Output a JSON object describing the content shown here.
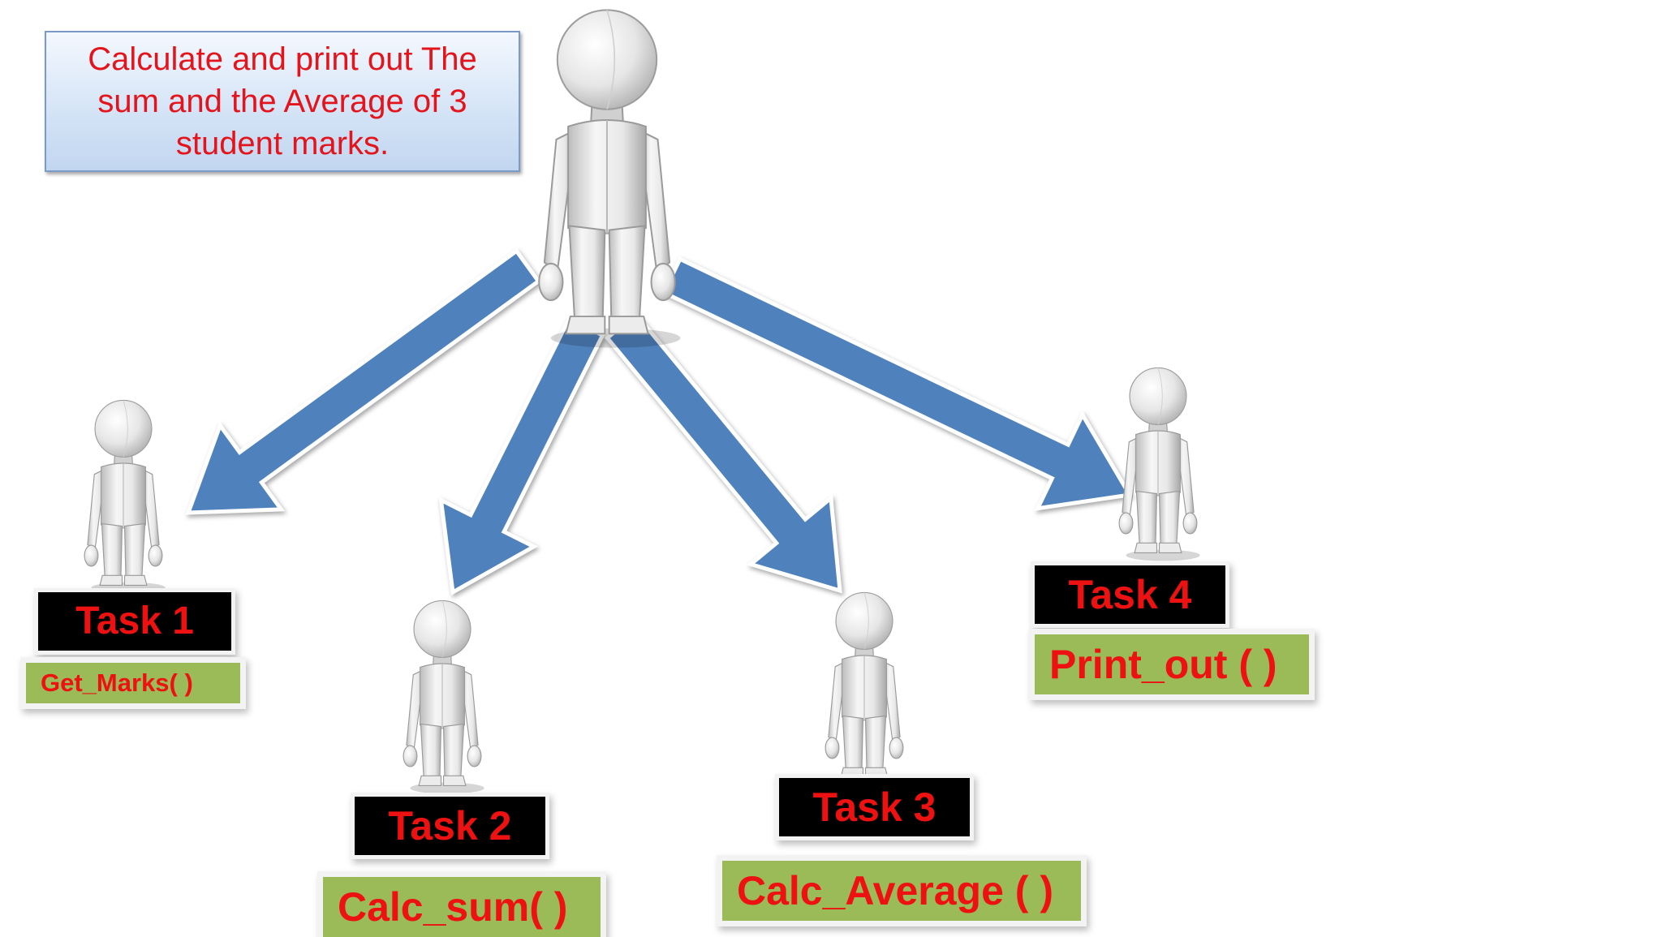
{
  "problem": {
    "text": "Calculate and print out The sum and the Average of 3 student marks."
  },
  "colors": {
    "arrow": "#4f81bd",
    "task_bg": "#000000",
    "function_bg": "#9bbb59",
    "label_text": "#ee1111",
    "problem_text": "#e3141b"
  },
  "tasks": [
    {
      "label": "Task 1",
      "function": "Get_Marks( )"
    },
    {
      "label": "Task 2",
      "function": "Calc_sum( )"
    },
    {
      "label": "Task 3",
      "function": "Calc_Average ( )"
    },
    {
      "label": "Task 4",
      "function": "Print_out ( )"
    }
  ]
}
